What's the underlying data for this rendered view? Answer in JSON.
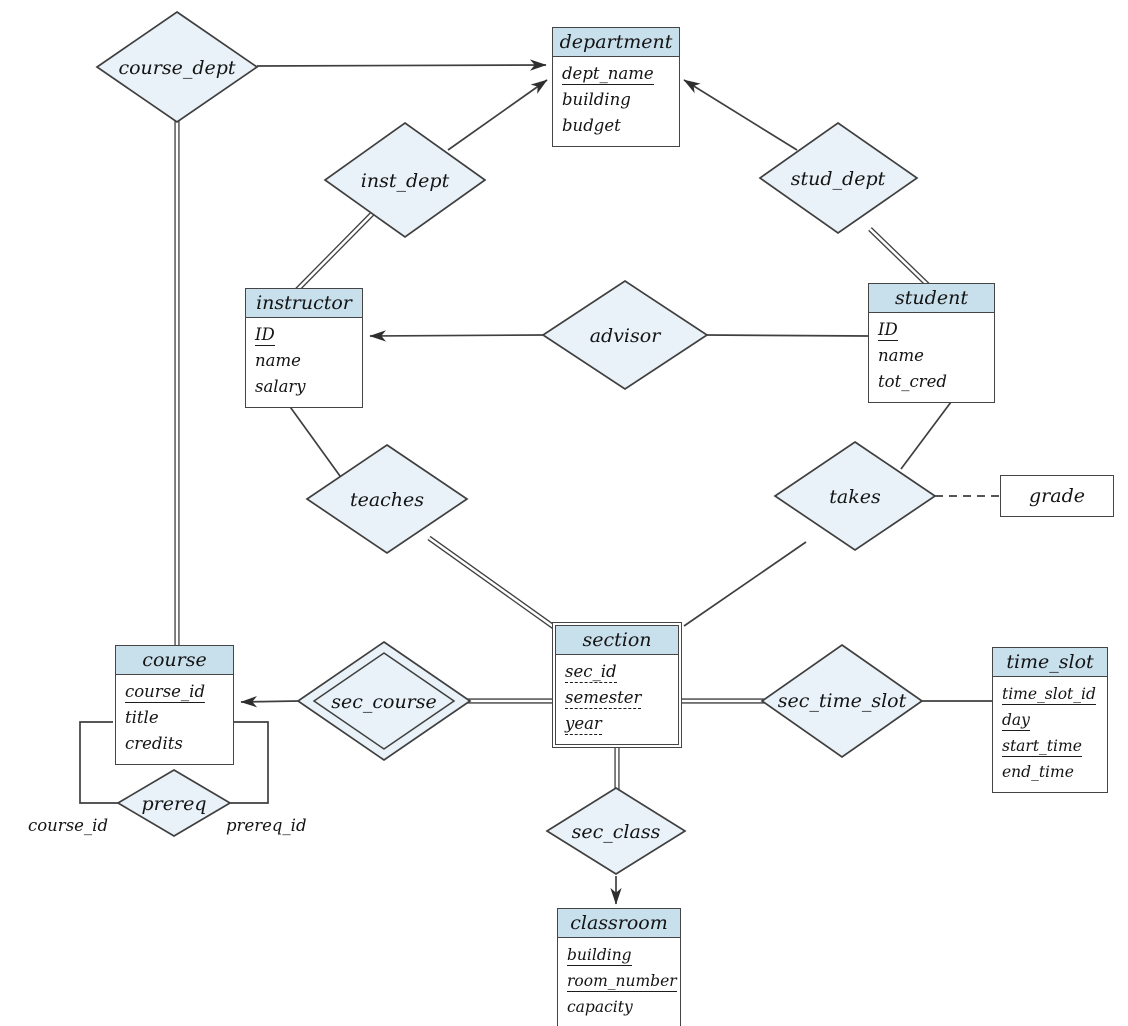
{
  "diagram_type": "entity-relationship-diagram",
  "colors": {
    "entity_header_fill": "#c8dfec",
    "relationship_fill": "#e9f2f8",
    "line": "#3f3f3f",
    "background": "#ffffff",
    "text": "#141414"
  },
  "entities": {
    "department": {
      "name": "department",
      "attributes": [
        {
          "text": "dept_name",
          "underline": "solid"
        },
        {
          "text": "building",
          "underline": "none"
        },
        {
          "text": "budget",
          "underline": "none"
        }
      ]
    },
    "instructor": {
      "name": "instructor",
      "attributes": [
        {
          "text": "ID",
          "underline": "solid"
        },
        {
          "text": "name",
          "underline": "none"
        },
        {
          "text": "salary",
          "underline": "none"
        }
      ]
    },
    "student": {
      "name": "student",
      "attributes": [
        {
          "text": "ID",
          "underline": "solid"
        },
        {
          "text": "name",
          "underline": "none"
        },
        {
          "text": "tot_cred",
          "underline": "none"
        }
      ]
    },
    "section": {
      "name": "section",
      "weak": true,
      "attributes": [
        {
          "text": "sec_id",
          "underline": "dashed"
        },
        {
          "text": "semester",
          "underline": "dashed"
        },
        {
          "text": "year",
          "underline": "dashed"
        }
      ]
    },
    "course": {
      "name": "course",
      "attributes": [
        {
          "text": "course_id",
          "underline": "solid"
        },
        {
          "text": "title",
          "underline": "none"
        },
        {
          "text": "credits",
          "underline": "none"
        }
      ]
    },
    "time_slot": {
      "name": "time_slot",
      "attributes": [
        {
          "text": "time_slot_id",
          "underline": "solid"
        },
        {
          "text": "day",
          "underline": "solid"
        },
        {
          "text": "start_time",
          "underline": "solid"
        },
        {
          "text": "end_time",
          "underline": "none"
        }
      ]
    },
    "classroom": {
      "name": "classroom",
      "attributes": [
        {
          "text": "building",
          "underline": "solid"
        },
        {
          "text": "room_number",
          "underline": "solid"
        },
        {
          "text": "capacity",
          "underline": "none"
        }
      ]
    }
  },
  "relationships": {
    "course_dept": {
      "label": "course_dept"
    },
    "inst_dept": {
      "label": "inst_dept"
    },
    "stud_dept": {
      "label": "stud_dept"
    },
    "advisor": {
      "label": "advisor"
    },
    "teaches": {
      "label": "teaches"
    },
    "takes": {
      "label": "takes"
    },
    "sec_course": {
      "label": "sec_course",
      "identifying": true
    },
    "sec_time_slot": {
      "label": "sec_time_slot"
    },
    "sec_class": {
      "label": "sec_class"
    },
    "prereq": {
      "label": "prereq",
      "recursive": true
    }
  },
  "attribute_boxes": {
    "grade": {
      "label": "grade",
      "attached_to": "takes",
      "line_style": "dashed"
    }
  },
  "role_labels": {
    "left": "course_id",
    "right": "prereq_id"
  },
  "connections": [
    {
      "via": "course_dept",
      "from": "course",
      "to": "department",
      "from_line": "double",
      "to_line": "arrow"
    },
    {
      "via": "inst_dept",
      "from": "instructor",
      "to": "department",
      "from_line": "double",
      "to_line": "arrow"
    },
    {
      "via": "stud_dept",
      "from": "student",
      "to": "department",
      "from_line": "double",
      "to_line": "arrow"
    },
    {
      "via": "advisor",
      "from": "student",
      "to": "instructor",
      "from_line": "single",
      "to_line": "arrow"
    },
    {
      "via": "teaches",
      "from": "instructor",
      "to": "section",
      "from_line": "single",
      "to_line": "double"
    },
    {
      "via": "takes",
      "from": "student",
      "to": "section",
      "from_line": "single",
      "to_line": "single"
    },
    {
      "via": "sec_course",
      "from": "section",
      "to": "course",
      "from_line": "double",
      "to_line": "arrow"
    },
    {
      "via": "sec_time_slot",
      "from": "section",
      "to": "time_slot",
      "from_line": "double",
      "to_line": "single"
    },
    {
      "via": "sec_class",
      "from": "section",
      "to": "classroom",
      "from_line": "double",
      "to_line": "arrow"
    },
    {
      "via": "prereq",
      "from": "course",
      "to": "course",
      "roles": [
        "course_id",
        "prereq_id"
      ]
    }
  ]
}
